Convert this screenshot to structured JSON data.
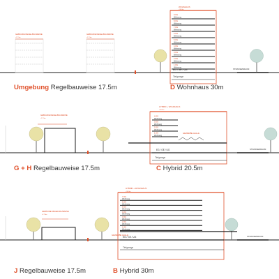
{
  "colors": {
    "accent": "#e0502a",
    "line": "#1a1a1a",
    "grid": "#c8c8c8",
    "tree_yellow": "#e9e2a6",
    "tree_teal": "#c6dcd6",
    "trunk": "#6b6b6b",
    "text": "#333333"
  },
  "rows": [
    {
      "label_highlight": "Umgebung",
      "label_rest": "Regelbauweise 17.5m",
      "label2_highlight": "D",
      "label2_rest": "Wohnhaus 30m",
      "left_tag": "GEBÄUDE REGELBAUWEISE",
      "right_tag": "GEBÄUDE REGELBAUWEISE",
      "tower_roof": "WOHNHAUS",
      "tower_floors": [
        "Wohnung",
        "Wohnung",
        "Wohnung",
        "Wohnung",
        "Wohnung",
        "Wohnung",
        "Wohnung",
        "Wohnung",
        "Wohnung"
      ],
      "tower_ground": "EG / GE / UG",
      "tower_basement": "Tiefgarage",
      "street_tag": "STRASSENRAUM"
    },
    {
      "label_highlight": "G + H",
      "label_rest": "Regelbauweise 17.5m",
      "label2_highlight": "C",
      "label2_rest": "Hybrid 20.5m",
      "left_tag": "GEBÄUDE REGELBAUWEISE",
      "hybrid_roof": "HYBRID + WOHNHAUS",
      "hybrid_floors": [
        "Wohnung",
        "Wohnung",
        "Wohnung",
        "Wohnung"
      ],
      "hybrid_mid": "GEWERBE HALLE",
      "hybrid_ground": "EG / GE / UG",
      "hybrid_basement": "Tiefgarage",
      "street_tag": "STRASSENRAUM"
    },
    {
      "label_highlight": "J",
      "label_rest": "Regelbauweise 17.5m",
      "label2_highlight": "B",
      "label2_rest": "Hybrid 30m",
      "left_tag": "GEBÄUDE REGELBAUWEISE",
      "hybrid_roof": "HYBRID + WOHNHAUS",
      "hybrid_floors": [
        "Wohnung",
        "Wohnung",
        "Wohnung",
        "Wohnung",
        "Wohnung",
        "Wohnung",
        "Wohnung"
      ],
      "hybrid_mid": "GEWERBE HALLE",
      "hybrid_ground": "EG / GE / UG",
      "hybrid_basement": "Tiefgarage",
      "street_tag": "STRASSENRAUM"
    }
  ]
}
